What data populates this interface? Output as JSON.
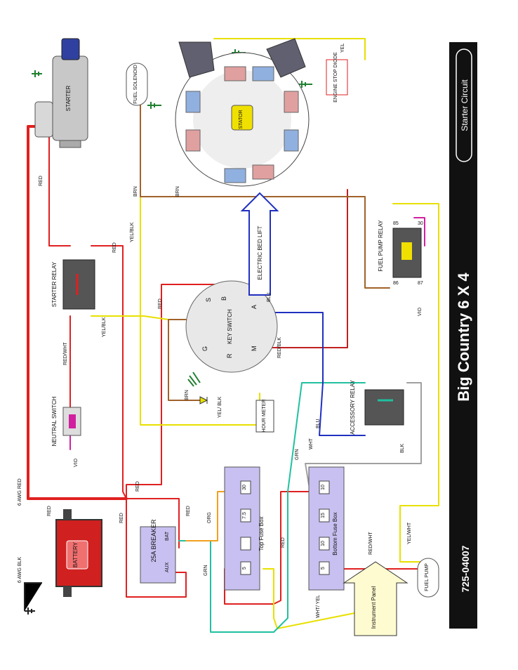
{
  "header": {
    "title": "Big Country 6 X 4",
    "part_number": "725-04007",
    "section_badge": "Starter Circuit"
  },
  "components": {
    "starter": "STARTER",
    "stator": "STATOR",
    "battery": "BATTERY",
    "fuel_solenoid": "FUEL SOLENOID",
    "engine_stop_diode": "ENGINE STOP DIODE",
    "starter_relay": "STARTER RELAY",
    "neutral_switch": "NEUTRAL SWITCH",
    "key_switch": "KEY SWITCH",
    "hour_meter": "HOUR METER",
    "accessory_relay": "ACCESSORY RELAY",
    "fuel_pump_relay": "FUEL PUMP RELAY",
    "electric_bed_lift": "ELECTRIC BED LIFT",
    "breaker_25a": "25A BREAKER",
    "breaker_bat": "BAT",
    "breaker_aux": "AUX",
    "top_fuse_box": "Top Fuse Box",
    "bottom_fuse_box": "Bottom Fuse Box",
    "fuel_pump": "FUEL PUMP",
    "instrument_panel": "Instrument Panel"
  },
  "key_terminals": {
    "s": "S",
    "b": "B",
    "a": "A",
    "m": "M",
    "r": "R",
    "g": "G"
  },
  "relay_pins": {
    "p85": "85",
    "p86": "86",
    "p87": "87",
    "p30": "30"
  },
  "fuses": {
    "top": [
      "30",
      "7.5",
      "",
      "5"
    ],
    "bottom": [
      "10",
      "15",
      "10",
      "5"
    ]
  },
  "wires": {
    "red": "RED",
    "brn": "BRN",
    "yel": "YEL",
    "yel_blk": "YEL/BLK",
    "yel_blk_stack": "YEL/ BLK",
    "red_wht": "RED/WHT",
    "red_blk": "RED/BLK",
    "vio": "VIO",
    "blu": "BLU",
    "grn": "GRN",
    "wht": "WHT",
    "blk": "BLK",
    "org": "ORG",
    "yel_wht": "YEL/WHT",
    "wht_yel": "WHT/ YEL",
    "awg_red": "6 AWG RED",
    "awg_blk": "6 AWG BLK"
  },
  "colors": {
    "red": "#e02020",
    "yellow": "#e8e000",
    "brown": "#a0622a",
    "teal": "#20c0a0",
    "blue": "#2030c0",
    "magenta": "#d020a0",
    "green_ground": "#208030",
    "orange": "#f0a020",
    "gray": "#a0a0a0"
  }
}
